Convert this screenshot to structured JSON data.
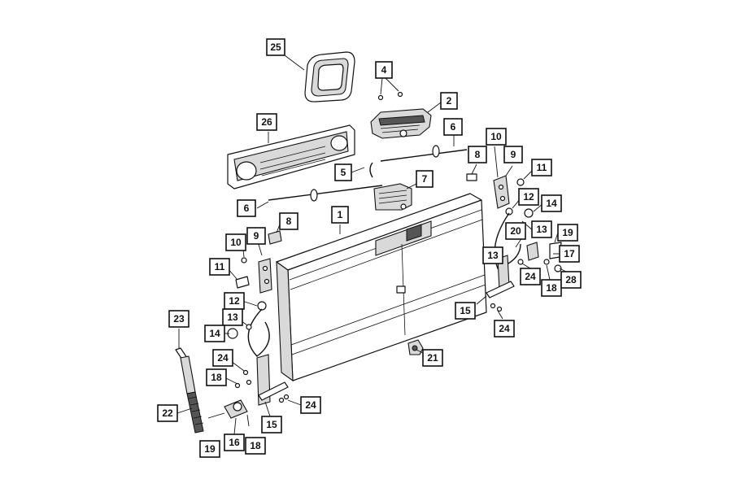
{
  "callouts": [
    {
      "id": "c25",
      "label": "25"
    },
    {
      "id": "c4",
      "label": "4"
    },
    {
      "id": "c2",
      "label": "2"
    },
    {
      "id": "c26",
      "label": "26"
    },
    {
      "id": "c6a",
      "label": "6"
    },
    {
      "id": "c10a",
      "label": "10"
    },
    {
      "id": "c8a",
      "label": "8"
    },
    {
      "id": "c9a",
      "label": "9"
    },
    {
      "id": "c11a",
      "label": "11"
    },
    {
      "id": "c5",
      "label": "5"
    },
    {
      "id": "c7",
      "label": "7"
    },
    {
      "id": "c12a",
      "label": "12"
    },
    {
      "id": "c14a",
      "label": "14"
    },
    {
      "id": "c6b",
      "label": "6"
    },
    {
      "id": "c1",
      "label": "1"
    },
    {
      "id": "c13a",
      "label": "13"
    },
    {
      "id": "c8b",
      "label": "8"
    },
    {
      "id": "c20",
      "label": "20"
    },
    {
      "id": "c19a",
      "label": "19"
    },
    {
      "id": "c10b",
      "label": "10"
    },
    {
      "id": "c9b",
      "label": "9"
    },
    {
      "id": "c17",
      "label": "17"
    },
    {
      "id": "c11b",
      "label": "11"
    },
    {
      "id": "c13b",
      "label": "13"
    },
    {
      "id": "c24a",
      "label": "24"
    },
    {
      "id": "c18a",
      "label": "18"
    },
    {
      "id": "c28",
      "label": "28"
    },
    {
      "id": "c12b",
      "label": "12"
    },
    {
      "id": "c15a",
      "label": "15"
    },
    {
      "id": "c13c",
      "label": "13"
    },
    {
      "id": "c24b",
      "label": "24"
    },
    {
      "id": "c23",
      "label": "23"
    },
    {
      "id": "c14b",
      "label": "14"
    },
    {
      "id": "c21",
      "label": "21"
    },
    {
      "id": "c24c",
      "label": "24"
    },
    {
      "id": "c18b",
      "label": "18"
    },
    {
      "id": "c24d",
      "label": "24"
    },
    {
      "id": "c22",
      "label": "22"
    },
    {
      "id": "c15b",
      "label": "15"
    },
    {
      "id": "c19b",
      "label": "19"
    },
    {
      "id": "c16",
      "label": "16"
    },
    {
      "id": "c18c",
      "label": "18"
    }
  ]
}
